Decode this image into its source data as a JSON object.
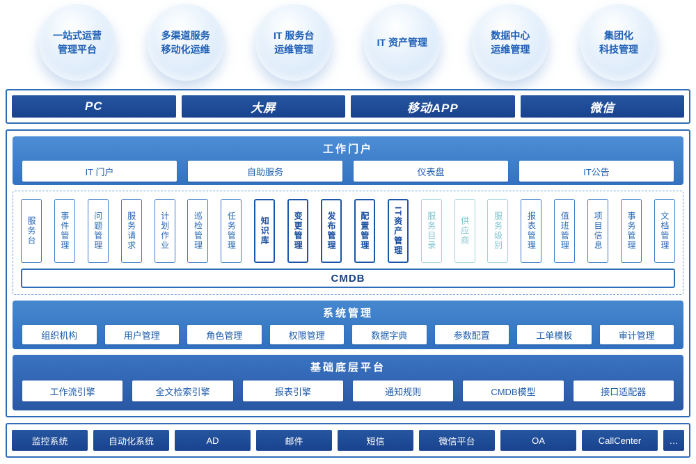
{
  "colors": {
    "navy_bar": "#19428e",
    "frame_border": "#2e6cb5",
    "panel_blue": "#3372c0",
    "panel_deep": "#2957a3",
    "box_text_blue": "#1d5cab",
    "module_blue": "#2a6ab5",
    "module_light": "#82c4d0",
    "bubble_text": "#1e5fb5"
  },
  "bubbles": {
    "items": [
      {
        "line1": "一站式运营",
        "line2": "管理平台"
      },
      {
        "line1": "多渠道服务",
        "line2": "移动化运维"
      },
      {
        "line1": "IT 服务台",
        "line2": "运维管理"
      },
      {
        "line1": "IT 资产管理",
        "line2": ""
      },
      {
        "line1": "数据中心",
        "line2": "运维管理"
      },
      {
        "line1": "集团化",
        "line2": "科技管理"
      }
    ]
  },
  "channels": {
    "items": [
      {
        "label": "PC"
      },
      {
        "label": "大屏"
      },
      {
        "label": "移动APP"
      },
      {
        "label": "微信"
      }
    ]
  },
  "portal": {
    "title": "工作门户",
    "items": [
      {
        "label": "IT 门户"
      },
      {
        "label": "自助服务"
      },
      {
        "label": "仪表盘"
      },
      {
        "label": "IT公告"
      }
    ]
  },
  "modules": {
    "cmdb_label": "CMDB",
    "items": [
      {
        "label": "服务台",
        "variant": "blue"
      },
      {
        "label": "事件管理",
        "variant": "blue"
      },
      {
        "label": "问题管理",
        "variant": "blue"
      },
      {
        "label": "服务请求",
        "variant": "blue"
      },
      {
        "label": "计划作业",
        "variant": "blue"
      },
      {
        "label": "巡检管理",
        "variant": "blue"
      },
      {
        "label": "任务管理",
        "variant": "blue"
      },
      {
        "label": "知识库",
        "variant": "dark"
      },
      {
        "label": "变更管理",
        "variant": "dark"
      },
      {
        "label": "发布管理",
        "variant": "dark"
      },
      {
        "label": "配置管理",
        "variant": "dark"
      },
      {
        "label": "IT资产管理",
        "variant": "dark"
      },
      {
        "label": "服务目录",
        "variant": "light"
      },
      {
        "label": "供应商",
        "variant": "light"
      },
      {
        "label": "服务级别",
        "variant": "light"
      },
      {
        "label": "报表管理",
        "variant": "blue"
      },
      {
        "label": "值班管理",
        "variant": "blue"
      },
      {
        "label": "项目信息",
        "variant": "blue"
      },
      {
        "label": "事务管理",
        "variant": "blue"
      },
      {
        "label": "文档管理",
        "variant": "blue"
      }
    ]
  },
  "system": {
    "title": "系统管理",
    "items": [
      {
        "label": "组织机构"
      },
      {
        "label": "用户管理"
      },
      {
        "label": "角色管理"
      },
      {
        "label": "权限管理"
      },
      {
        "label": "数据字典"
      },
      {
        "label": "参数配置"
      },
      {
        "label": "工单模板"
      },
      {
        "label": "审计管理"
      }
    ]
  },
  "platform": {
    "title": "基础底层平台",
    "items": [
      {
        "label": "工作流引擎"
      },
      {
        "label": "全文检索引擎"
      },
      {
        "label": "报表引擎"
      },
      {
        "label": "通知规则"
      },
      {
        "label": "CMDB模型"
      },
      {
        "label": "接口适配器"
      }
    ]
  },
  "integrations": {
    "items": [
      {
        "label": "监控系统"
      },
      {
        "label": "自动化系统"
      },
      {
        "label": "AD"
      },
      {
        "label": "邮件"
      },
      {
        "label": "短信"
      },
      {
        "label": "微信平台"
      },
      {
        "label": "OA"
      },
      {
        "label": "CallCenter"
      },
      {
        "label": "…"
      }
    ]
  }
}
